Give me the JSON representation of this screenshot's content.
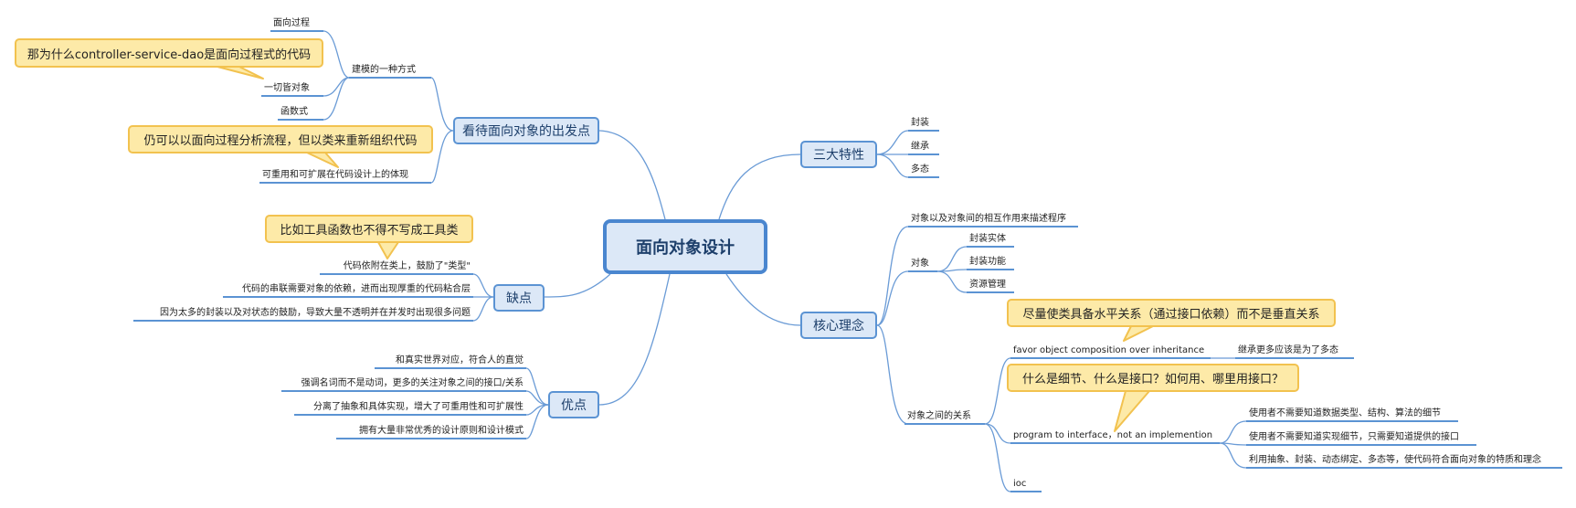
{
  "root": "面向对象设计",
  "branches": {
    "viewpoint": {
      "label": "看待面向对象的出发点",
      "modeling": "建模的一种方式",
      "modeling_children": [
        "面向过程",
        "一切皆对象",
        "函数式"
      ],
      "reuse": "可重用和可扩展在代码设计上的体现"
    },
    "cons": {
      "label": "缺点",
      "items": [
        "代码依附在类上，鼓励了\"类型\"",
        "代码的串联需要对象的依赖，进而出现厚重的代码粘合层",
        "因为太多的封装以及对状态的鼓励，导致大量不透明并在并发时出现很多问题"
      ]
    },
    "pros": {
      "label": "优点",
      "items": [
        "和真实世界对应，符合人的直觉",
        "强调名词而不是动词，更多的关注对象之间的接口/关系",
        "分离了抽象和具体实现，增大了可重用性和可扩展性",
        "拥有大量非常优秀的设计原则和设计模式"
      ]
    },
    "features": {
      "label": "三大特性",
      "items": [
        "封装",
        "继承",
        "多态"
      ]
    },
    "core": {
      "label": "核心理念",
      "describe": "对象以及对象间的相互作用来描述程序",
      "object": "对象",
      "object_children": [
        "封装实体",
        "封装功能",
        "资源管理"
      ],
      "relations": "对象之间的关系",
      "composition": "favor object composition over inheritance",
      "composition_child": "继承更多应该是为了多态",
      "interface": "program to interface，not an implemention",
      "interface_children": [
        "使用者不需要知道数据类型、结构、算法的细节",
        "使用者不需要知道实现细节，只需要知道提供的接口",
        "利用抽象、封装、动态绑定、多态等，使代码符合面向对象的特质和理念"
      ],
      "ioc": "ioc"
    }
  },
  "callouts": {
    "c1": "那为什么controller-service-dao是面向过程式的代码",
    "c2": "仍可以以面向过程分析流程，但以类来重新组织代码",
    "c3": "比如工具函数也不得不写成工具类",
    "c4": "尽量使类具备水平关系（通过接口依赖）而不是垂直关系",
    "c5": "什么是细节、什么是接口？如何用、哪里用接口？"
  },
  "colors": {
    "line": "#6a9bd6",
    "callout_fill": "#fdeaa8",
    "callout_border": "#f2c24f",
    "node_fill": "#dce8f7",
    "node_border": "#5b93d3"
  }
}
